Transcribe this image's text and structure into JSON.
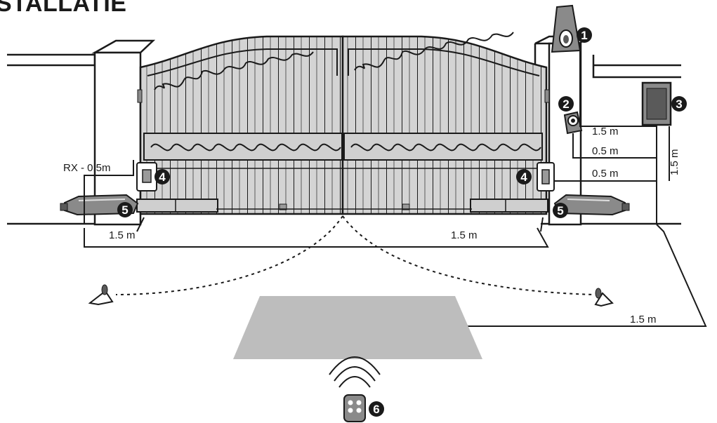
{
  "title": "STALLATIE",
  "callouts": [
    "1",
    "2",
    "3",
    "4",
    "4",
    "5",
    "5",
    "6"
  ],
  "labels": {
    "rx": "RX - 0.5m",
    "left_base": "1.5 m",
    "right_base": "1.5 m",
    "photocell_top": "1.5 m",
    "photocell_mid": "0.5 m",
    "photocell_low": "0.5 m",
    "vertical": "1.5 m",
    "bottom_right": "1.5 m"
  },
  "colors": {
    "line": "#1a1a1a",
    "gate_fill": "#d2d2d2",
    "gate_dark": "#8a8a8a",
    "loop_area": "#bdbdbd",
    "badge": "#1a1a1a"
  },
  "icons": [
    "flashing-lamp-icon",
    "key-selector-icon",
    "control-box-icon",
    "photocell-icon",
    "gate-motor-icon",
    "remote-control-icon"
  ]
}
